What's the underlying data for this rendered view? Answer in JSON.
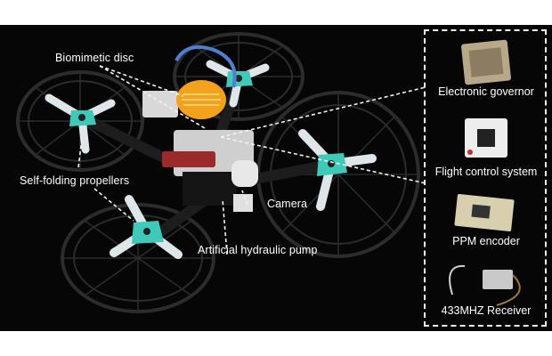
{
  "labels": {
    "biomimetic_disc": "Biomimetic disc",
    "self_folding": "Self-folding propellers",
    "camera": "Camera",
    "pump": "Artificial hydraulic pump"
  },
  "components": [
    {
      "label": "Electronic governor",
      "icon": "esc-board-icon"
    },
    {
      "label": "Flight control system",
      "icon": "flight-controller-icon"
    },
    {
      "label": "PPM encoder",
      "icon": "ppm-encoder-icon"
    },
    {
      "label": "433MHZ Receiver",
      "icon": "receiver-antenna-icon"
    }
  ],
  "colors": {
    "background": "#060606",
    "propeller": "#3fc9b8",
    "disc": "#f4a21e",
    "frame": "#2a2a2a",
    "annotation": "#f2f2f2"
  }
}
